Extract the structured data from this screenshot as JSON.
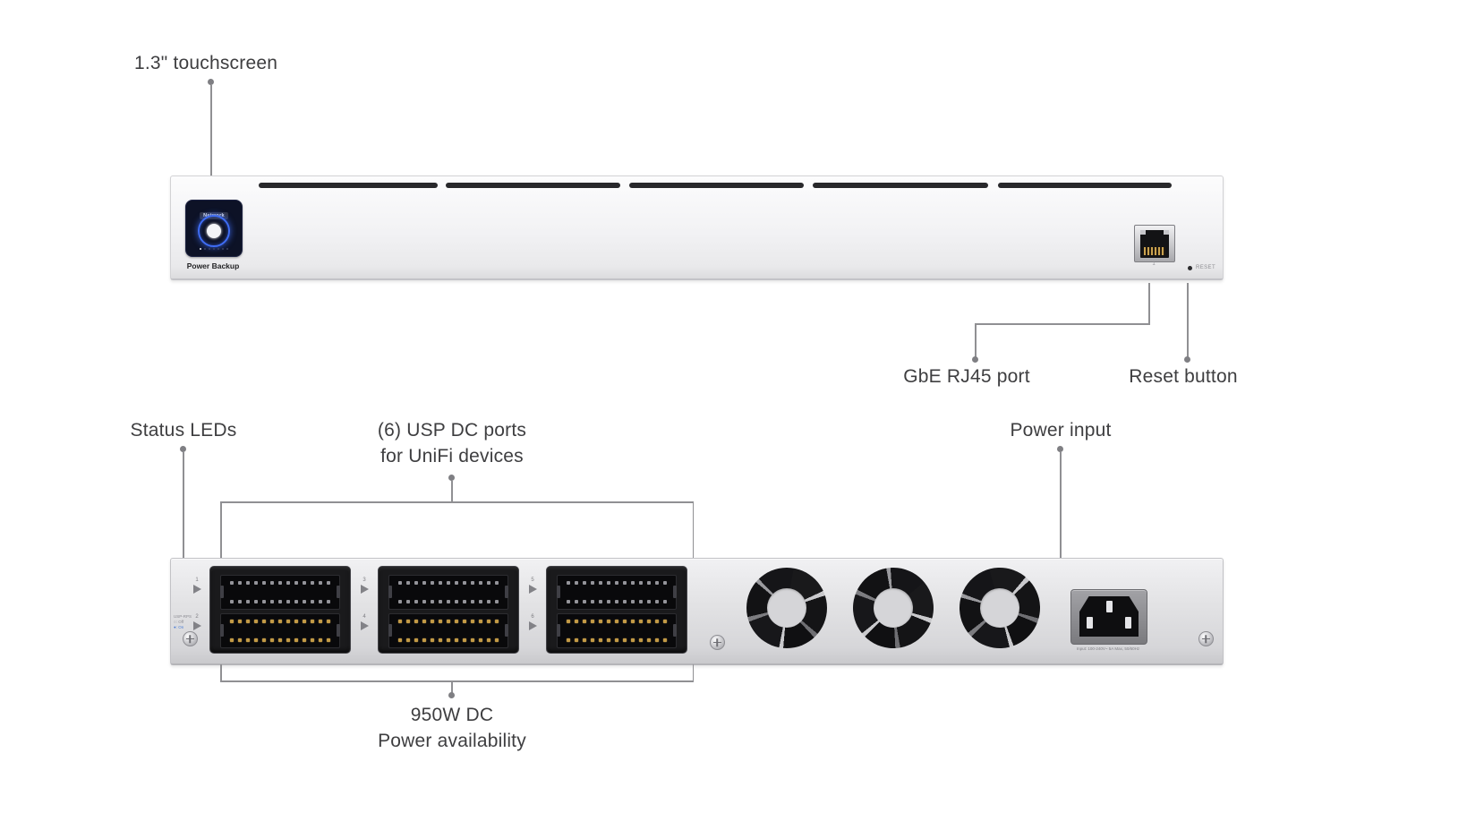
{
  "callouts": {
    "touchscreen": "1.3\" touchscreen",
    "gbe_port": "GbE RJ45 port",
    "reset_button": "Reset button",
    "status_leds": "Status LEDs",
    "usp_ports_line1": "(6) USP DC ports",
    "usp_ports_line2": "for UniFi devices",
    "power_input": "Power input",
    "power_avail_line1": "950W DC",
    "power_avail_line2": "Power availability"
  },
  "front_panel": {
    "screen_header": "Network",
    "screen_caption": "Power Backup",
    "port_number": "1",
    "reset_label": "RESET"
  },
  "rear_panel": {
    "port_groups": [
      {
        "top_number": "1",
        "bottom_number": "2"
      },
      {
        "top_number": "3",
        "bottom_number": "4"
      },
      {
        "top_number": "5",
        "bottom_number": "6"
      }
    ],
    "led_legend_lines": [
      "USP-RPS",
      "○: Off",
      "●: On"
    ],
    "power_rating": "Input: 100-240V~ 5A Max, 50/60Hz"
  },
  "colors": {
    "accent_blue": "#3f6df5",
    "callout_line": "#909093",
    "label_text": "#3e3e40",
    "pin_gold": "#c39a45"
  }
}
